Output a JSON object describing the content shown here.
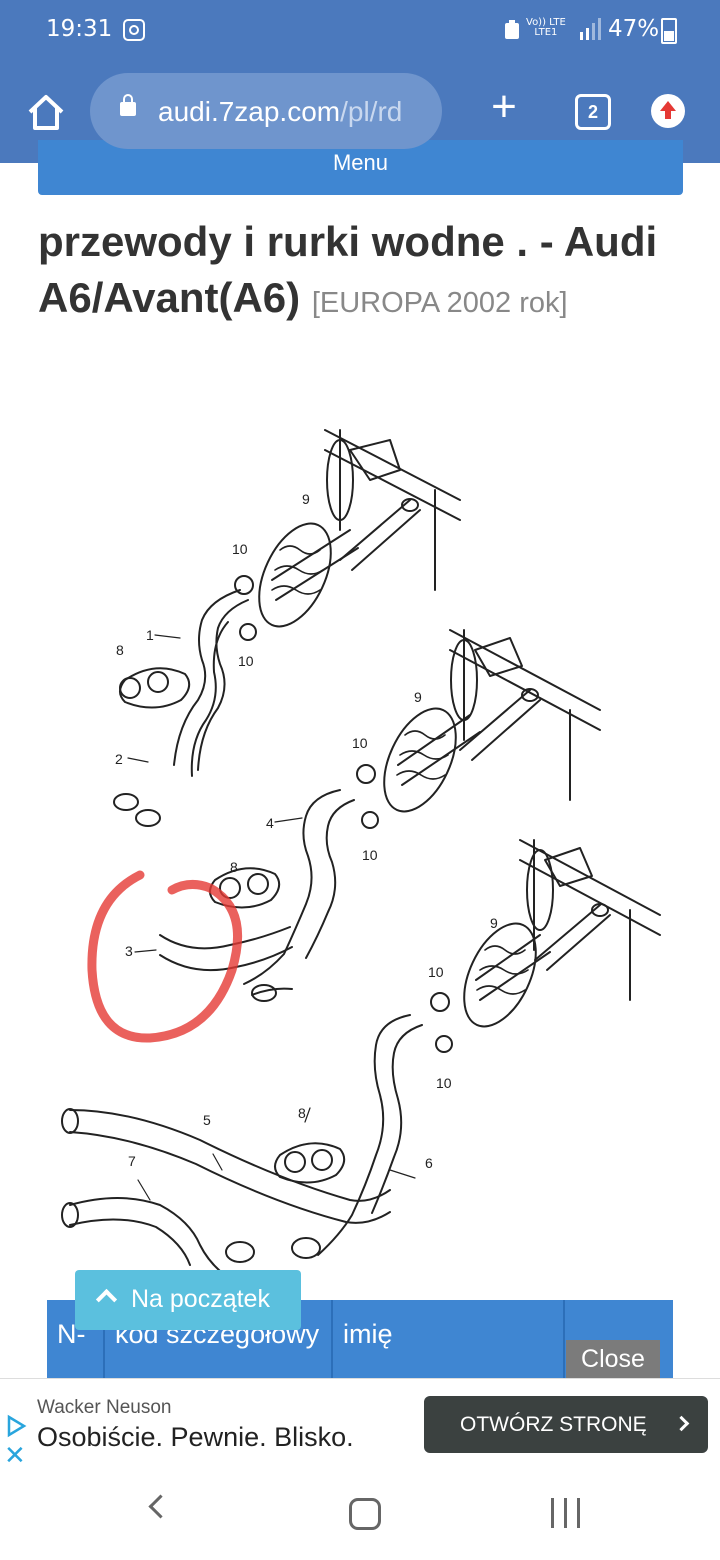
{
  "status_bar": {
    "time": "19:31",
    "network_top": "Vo)) LTE",
    "network_bottom": "LTE1",
    "battery": "47%"
  },
  "browser": {
    "url_main": "audi.7zap.com",
    "url_rest": "/pl/rd",
    "tab_count": "2"
  },
  "page": {
    "menu_label": "Menu",
    "title_main": "przewody i rurki wodne . - Audi A6/Avant(A6)",
    "title_sub": "[EUROPA 2002 rok]"
  },
  "diagram_labels": {
    "l1": "1",
    "l2": "2",
    "l3": "3",
    "l4": "4",
    "l5": "5",
    "l6": "6",
    "l7": "7",
    "l8": "8",
    "l9": "9",
    "l10": "10"
  },
  "colors": {
    "browser_bar": "#4b79bd",
    "accent_blue": "#3f86d2",
    "to_top": "#5bc0de",
    "annotation_red": "#e53935"
  },
  "to_top_label": "Na początek",
  "table": {
    "headers": [
      "N-",
      "kod szczegółowy",
      "imię",
      ""
    ]
  },
  "close_label": "Close",
  "ad": {
    "brand": "Wacker Neuson",
    "headline": "Osobiście. Pewnie. Blisko.",
    "cta": "OTWÓRZ STRONĘ"
  }
}
